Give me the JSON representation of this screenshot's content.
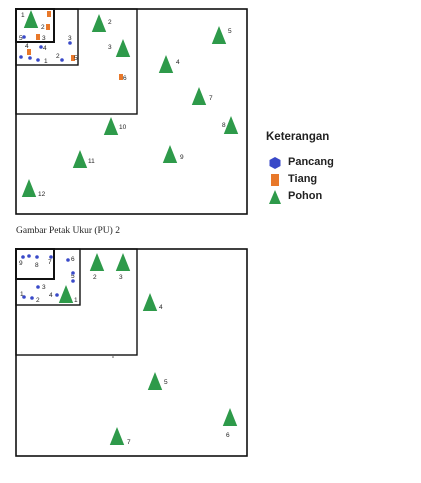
{
  "caption": "Gambar Petak Ukur (PU) 2",
  "legend": {
    "title": "Keterangan",
    "items": [
      {
        "label": "Pancang",
        "icon": "hexagon-icon",
        "color": "#3949c8"
      },
      {
        "label": "Tiang",
        "icon": "square-icon",
        "color": "#e8782a"
      },
      {
        "label": "Pohon",
        "icon": "tree-triangle-icon",
        "color": "#2e9a4a"
      }
    ]
  },
  "plot1": {
    "pohon": [
      "1",
      "2",
      "3",
      "4",
      "5",
      "7",
      "8",
      "9",
      "10",
      "11",
      "12"
    ],
    "tiang": [
      "2",
      "3",
      "4",
      "5",
      "6"
    ],
    "pancang": [
      "5",
      "4",
      "3",
      "2",
      "1"
    ]
  },
  "plot2": {
    "pohon": [
      "1",
      "2",
      "3",
      "4",
      "5",
      "6",
      "7"
    ],
    "pancang": [
      "9",
      "8",
      "7",
      "6",
      "5",
      "4",
      "3",
      "1",
      "2"
    ]
  }
}
